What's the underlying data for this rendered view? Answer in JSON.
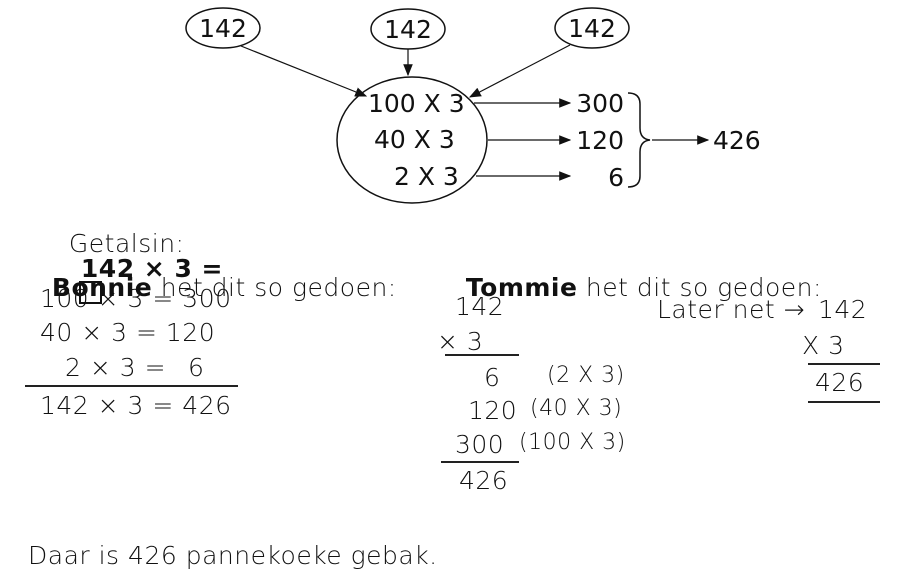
{
  "diagram": {
    "top_ovals": [
      "142",
      "142",
      "142"
    ],
    "center_rows": [
      "100 X 3",
      "40 X 3",
      "2 X 3"
    ],
    "products": [
      "300",
      "120",
      "6"
    ],
    "total": "426"
  },
  "number_sentence": {
    "label": "Getalsin:",
    "expression": "142 × 3 ="
  },
  "bonnie": {
    "name": "Bonnie",
    "heading_rest": " het dit so gedoen:",
    "lines": [
      "100 × 3 = 300",
      "40 × 3 = 120",
      "2 × 3 =",
      "6",
      "142 × 3 = 426"
    ]
  },
  "tommie": {
    "name": "Tommie",
    "heading_rest": " het dit so gedoen:",
    "col_multiplicand": "142",
    "col_multiplier": "× 3",
    "partials": [
      "6",
      "120",
      "300"
    ],
    "partial_notes": [
      "(2 X 3)",
      "(40 X 3)",
      "(100 X 3)"
    ],
    "col_total": "426",
    "later_label": "Later net →",
    "later_multiplicand": "142",
    "later_multiplier": "X 3",
    "later_total": "426"
  },
  "conclusion": "Daar is 426 pannekoeke gebak."
}
